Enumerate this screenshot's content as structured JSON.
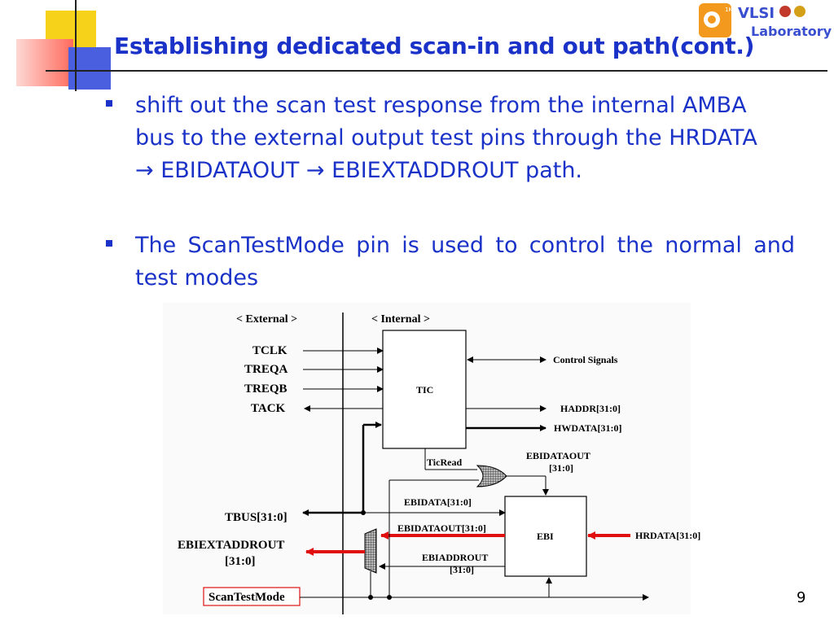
{
  "slide": {
    "title": "Establishing dedicated scan-in and out path(cont.)",
    "page_number": "9",
    "bullets": [
      "shift out the scan test response from the internal AMBA bus to the external output test pins through the HRDATA → EBIDATAOUT → EBIEXTADDROUT path.",
      "The ScanTestMode pin is used to control the normal and test modes"
    ]
  },
  "logo": {
    "line1": "VLSI",
    "line2": "Laboratory"
  },
  "diagram": {
    "external_label": "< External >",
    "internal_label": "< Internal >",
    "tic_label": "TIC",
    "ebi_label": "EBI",
    "tclk": "TCLK",
    "treqa": "TREQA",
    "treqb": "TREQB",
    "tack": "TACK",
    "control_signals": "Control Signals",
    "haddr": "HADDR[31:0]",
    "hwdata": "HWDATA[31:0]",
    "ticread": "TicRead",
    "ebidataout_top": "EBIDATAOUT",
    "ebidataout_top_range": "[31:0]",
    "tbus": "TBUS[31:0]",
    "ebidata": "EBIDATA[31:0]",
    "ebidataout": "EBIDATAOUT[31:0]",
    "ebiextaddrout": "EBIEXTADDROUT",
    "ebiextaddrout_range": "[31:0]",
    "ebiaddrout": "EBIADDROUT",
    "ebiaddrout_range": "[31:0]",
    "hrdata": "HRDATA[31:0]",
    "scantestmode": "ScanTestMode"
  },
  "colors": {
    "title": "#1a32c8",
    "highlight_path": "#e01010",
    "decor_yellow": "#f7d21a",
    "decor_red": "#ff6a5c",
    "decor_blue": "#4a5fe0"
  }
}
